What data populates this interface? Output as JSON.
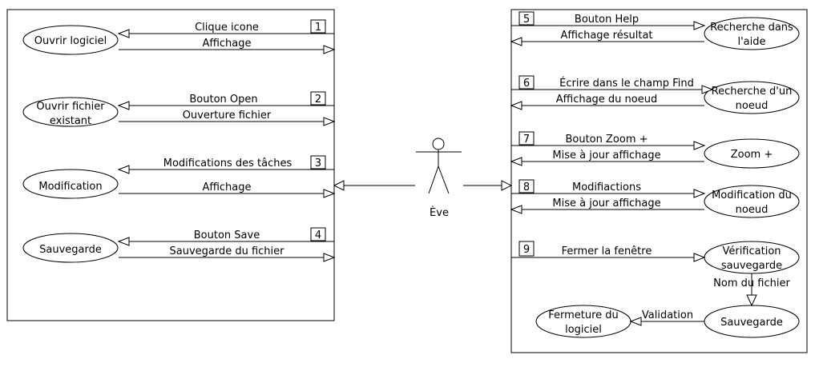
{
  "actor": {
    "name": "Ève"
  },
  "left": {
    "usecases": [
      {
        "lines": [
          "Ouvrir logiciel"
        ]
      },
      {
        "lines": [
          "Ouvrir fichier",
          "existant"
        ]
      },
      {
        "lines": [
          "Modification"
        ]
      },
      {
        "lines": [
          "Sauvegarde"
        ]
      }
    ],
    "messages": [
      {
        "num": "1",
        "label": "Clique icone"
      },
      {
        "num": "",
        "label": "Affichage"
      },
      {
        "num": "2",
        "label": "Bouton Open"
      },
      {
        "num": "",
        "label": "Ouverture fichier"
      },
      {
        "num": "3",
        "label": "Modifications des tâches"
      },
      {
        "num": "",
        "label": "Affichage"
      },
      {
        "num": "4",
        "label": "Bouton Save"
      },
      {
        "num": "",
        "label": "Sauvegarde du fichier"
      }
    ]
  },
  "right": {
    "usecases": [
      {
        "lines": [
          "Recherche dans",
          "l'aide"
        ]
      },
      {
        "lines": [
          "Recherche d'un",
          "noeud"
        ]
      },
      {
        "lines": [
          "Zoom +"
        ]
      },
      {
        "lines": [
          "Modification du",
          "noeud"
        ]
      },
      {
        "lines": [
          "Vérification",
          "sauvegarde"
        ]
      },
      {
        "lines": [
          "Sauvegarde"
        ]
      },
      {
        "lines": [
          "Fermeture du",
          "logiciel"
        ]
      }
    ],
    "messages": [
      {
        "num": "5",
        "label": "Bouton Help"
      },
      {
        "num": "",
        "label": "Affichage résultat"
      },
      {
        "num": "6",
        "label": "Écrire dans le champ Find"
      },
      {
        "num": "",
        "label": "Affichage du noeud"
      },
      {
        "num": "7",
        "label": "Bouton Zoom +"
      },
      {
        "num": "",
        "label": "Mise à jour affichage"
      },
      {
        "num": "8",
        "label": "Modifiactions"
      },
      {
        "num": "",
        "label": "Mise à jour affichage"
      },
      {
        "num": "9",
        "label": "Fermer la fenêtre"
      },
      {
        "num": "",
        "label": "Nom du fichier"
      },
      {
        "num": "",
        "label": "Validation"
      }
    ]
  }
}
